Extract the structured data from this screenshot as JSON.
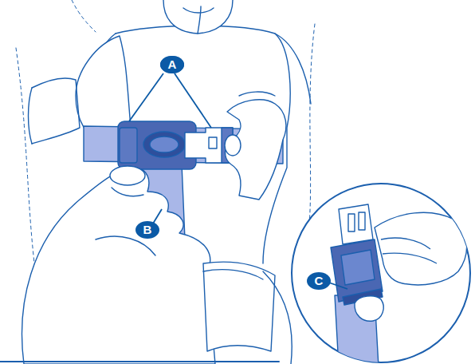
{
  "diagram": {
    "labels": [
      "A",
      "A",
      "B",
      "C"
    ]
  }
}
